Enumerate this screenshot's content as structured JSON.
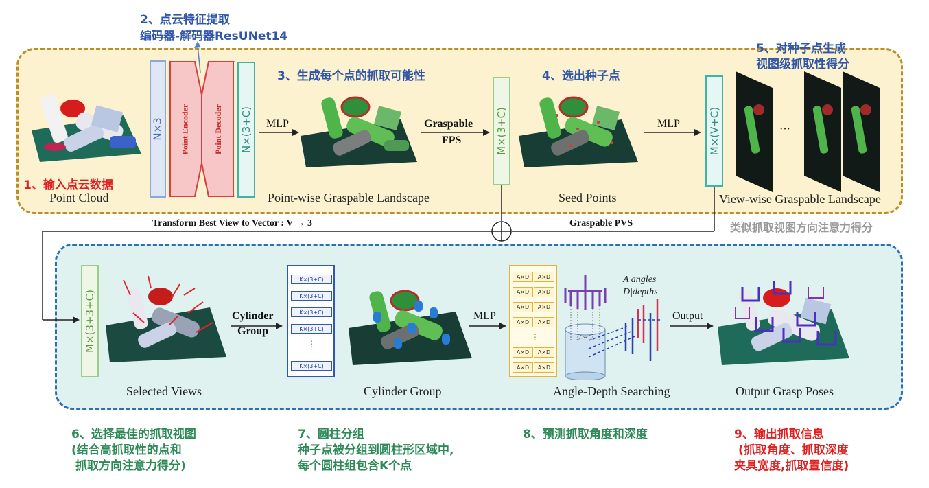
{
  "annotations": {
    "a1": "1、输入点云数据",
    "a2_line1": "2、点云特征提取",
    "a2_line2": "编码器-解码器ResUNet14",
    "a3": "3、生成每个点的抓取可能性",
    "a4": "4、选出种子点",
    "a5_line1": "5、对种子点生成",
    "a5_line2": "视图级抓取性得分",
    "a5_side": "类似抓取视图方向注意力得分",
    "a6_line1": "6、选择最佳的抓取视图",
    "a6_line2": "(结合高抓取性的点和",
    "a6_line3": "抓取方向注意力得分)",
    "a7_line1": "7、圆柱分组",
    "a7_line2": "种子点被分组到圆柱形区域中,",
    "a7_line3": "每个圆柱组包含K个点",
    "a8": "8、预测抓取角度和深度",
    "a9_line1": "9、输出抓取信息",
    "a9_line2": "(抓取角度、抓取深度",
    "a9_line3": "夹具宽度,抓取置信度)"
  },
  "blocks": {
    "n3": "N×3",
    "encoder": "Point Encoder",
    "decoder": "Point Decoder",
    "n3c": "N×(3+C)",
    "m3c": "M×(3+C)",
    "mvc": "M×(V+C)",
    "m33c": "M×(3+3+C)",
    "k3c": "K×(3+C)",
    "ad": "A×D",
    "dots": "⋮",
    "hdots": "···"
  },
  "captions": {
    "point_cloud": "Point Cloud",
    "landscape": "Point-wise Graspable Landscape",
    "seed": "Seed Points",
    "view_landscape": "View-wise Graspable Landscape",
    "selected_views": "Selected Views",
    "cylinder_group": "Cylinder Group",
    "angle_depth": "Angle-Depth Searching",
    "output_poses": "Output Grasp Poses"
  },
  "arrows": {
    "mlp": "MLP",
    "graspable": "Graspable",
    "fps": "FPS",
    "transform": "Transform Best View to Vector : V → 3",
    "pvs": "Graspable PVS",
    "cylinder": "Cylinder",
    "group": "Group",
    "output": "Output",
    "oplus": "⊕"
  },
  "angle_depth": {
    "angles": "A angles",
    "depths": "D|depths"
  },
  "colors": {
    "top_panel_bg": "#fdf2cf",
    "top_panel_border": "#b8902a",
    "bottom_panel_bg": "#dff2ef",
    "bottom_panel_border": "#2d6fb3",
    "annotation_blue": "#2f56a8",
    "annotation_red": "#e02020",
    "annotation_green": "#2e8b57",
    "annotation_gray": "#9a9a9a"
  }
}
